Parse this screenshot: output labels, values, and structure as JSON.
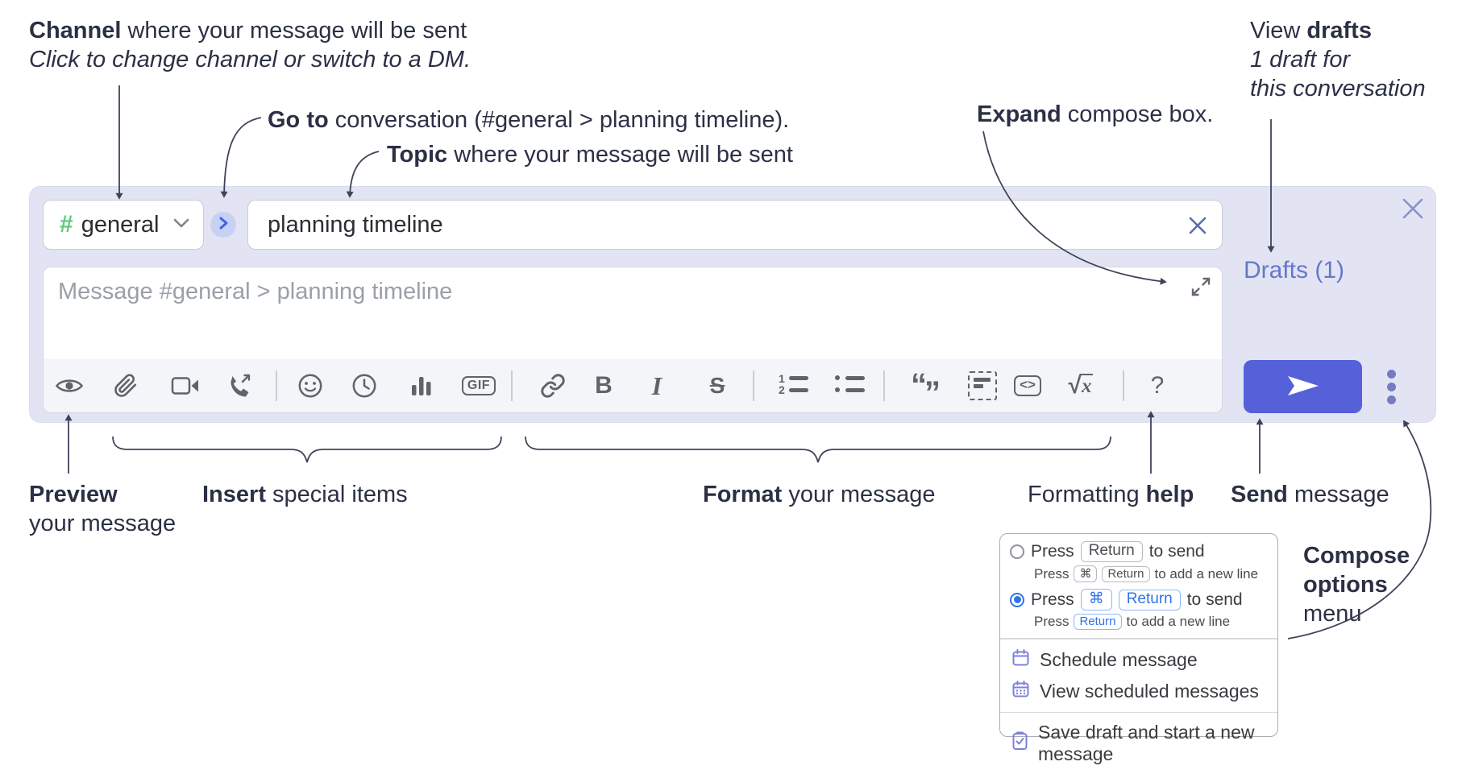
{
  "annotations": {
    "channel": {
      "bold": "Channel",
      "rest": " where your message will be sent",
      "line2": "Click to change channel or switch to a DM."
    },
    "goto": {
      "bold": "Go to",
      "rest": " conversation (#general > planning timeline)."
    },
    "topic": {
      "bold": "Topic",
      "rest": " where your message will be sent"
    },
    "expand": {
      "bold": "Expand",
      "rest": " compose box."
    },
    "drafts": {
      "line1_pre": "View ",
      "line1_bold": "drafts",
      "line2": "1 draft for",
      "line3": "this conversation"
    },
    "preview": {
      "bold": "Preview",
      "line2": "your message"
    },
    "insert": {
      "bold": "Insert",
      "rest": " special items"
    },
    "format": {
      "bold": "Format",
      "rest": " your message"
    },
    "help": {
      "pre": "Formatting ",
      "bold": "help"
    },
    "send": {
      "bold": "Send",
      "rest": " message"
    },
    "compose_options": {
      "line1": "Compose",
      "line2": "options",
      "line3": "menu"
    }
  },
  "compose": {
    "channel_selector": {
      "hash": "#",
      "label": "general"
    },
    "topic_input": {
      "value": "planning timeline"
    },
    "message_input": {
      "placeholder": "Message #general > planning timeline"
    },
    "drafts_link": "Drafts (1)",
    "toolbar": {
      "bold_label": "B",
      "italic_label": "I",
      "strike_label": "S",
      "gif_label": "GIF",
      "code_label": "<>",
      "sqrt_label": "√",
      "math_x_label": "x",
      "help_label": "?",
      "quote_open": "“",
      "quote_close": "”",
      "ol_one": "1",
      "ol_two": "2"
    }
  },
  "options_menu": {
    "radio1": {
      "pre": "Press",
      "key": "Return",
      "post": "to send",
      "sub_pre": "Press",
      "sub_key1": "⌘",
      "sub_key2": "Return",
      "sub_post": "to add a new line"
    },
    "radio2": {
      "pre": "Press",
      "key1": "⌘",
      "key2": "Return",
      "post": "to send",
      "sub_pre": "Press",
      "sub_key": "Return",
      "sub_post": "to add a new line"
    },
    "items": [
      {
        "label": "Schedule message"
      },
      {
        "label": "View scheduled messages"
      },
      {
        "label": "Save draft and start a new message"
      }
    ]
  },
  "colors": {
    "accent_indigo": "#5560d9",
    "lavender_bg": "#e2e4f4",
    "link_blue": "#6478c8",
    "radio_blue": "#2e74ea",
    "channel_green": "#5ec97a",
    "annotation_navy": "#2b3045",
    "icon_gray": "#5f646b",
    "menu_icon_purple": "#7d82d8"
  }
}
